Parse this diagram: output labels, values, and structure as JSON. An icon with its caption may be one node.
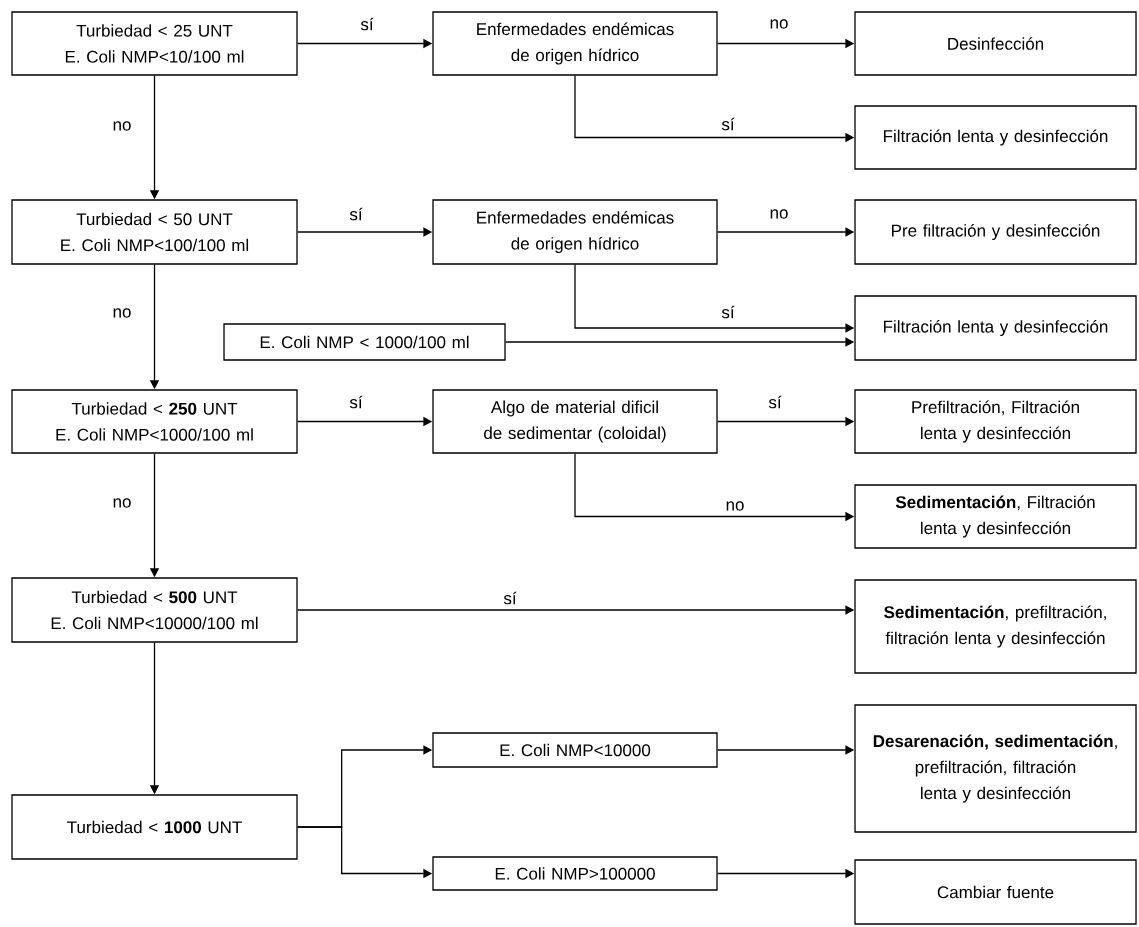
{
  "diagram": {
    "nodes": [
      {
        "text": [
          "Turbiedad < 25 UNT",
          "E. Coli NMP<10/100 ml"
        ]
      },
      {
        "text": [
          "Enfermedades endémicas de origen hídrico"
        ]
      },
      {
        "text": [
          "Desinfección"
        ]
      },
      {
        "text": [
          "Filtración lenta y desinfección"
        ]
      },
      {
        "text": [
          "Turbiedad < 50 UNT",
          "E. Coli NMP<100/100 ml"
        ]
      },
      {
        "text": [
          "Enfermedades endémicas de origen hídrico"
        ]
      },
      {
        "text": [
          "Pre filtración y desinfección"
        ]
      },
      {
        "text": [
          "E. Coli NMP < 1000/100 ml"
        ]
      },
      {
        "text": [
          "Filtración lenta y desinfección"
        ]
      },
      {
        "text": [
          "Turbiedad < **250** UNT",
          "E. Coli NMP<1000/100 ml"
        ]
      },
      {
        "text": [
          "Algo de material dificil de sedimentar (coloidal)"
        ]
      },
      {
        "text": [
          "Prefiltración, Filtración lenta y desinfección"
        ]
      },
      {
        "text": [
          "**Sedimentación**, Filtración lenta y desinfección"
        ]
      },
      {
        "text": [
          "Turbiedad < **500** UNT",
          "E. Coli NMP<10000/100 ml"
        ]
      },
      {
        "text": [
          "**Sedimentación**, prefiltración, filtración lenta y desinfección"
        ]
      },
      {
        "text": [
          "E. Coli NMP<10000"
        ]
      },
      {
        "text": [
          "**Desarenación, sedimentación**, prefiltración, filtración lenta y desinfección"
        ]
      },
      {
        "text": [
          "Turbiedad < **1000** UNT"
        ]
      },
      {
        "text": [
          "E. Coli NMP>100000"
        ]
      },
      {
        "text": [
          "Cambiar fuente"
        ]
      }
    ],
    "edges": [
      {
        "from": 0,
        "to": 1,
        "arrow": "to",
        "label": "sí"
      },
      {
        "from": 1,
        "to": 2,
        "arrow": "to",
        "label": "no"
      },
      {
        "from": 1,
        "to": 3,
        "arrow": "to",
        "label": "sí"
      },
      {
        "from": 0,
        "to": 4,
        "arrow": "to",
        "label": "no"
      },
      {
        "from": 4,
        "to": 5,
        "arrow": "to",
        "label": "sí"
      },
      {
        "from": 5,
        "to": 6,
        "arrow": "to",
        "label": "no"
      },
      {
        "from": 5,
        "to": 8,
        "arrow": "to",
        "label": "sí"
      },
      {
        "from": 7,
        "to": 8,
        "arrow": "to"
      },
      {
        "from": 4,
        "to": 9,
        "arrow": "to",
        "label": "no"
      },
      {
        "from": 9,
        "to": 10,
        "arrow": "to",
        "label": "sí"
      },
      {
        "from": 10,
        "to": 11,
        "arrow": "to",
        "label": "sí"
      },
      {
        "from": 10,
        "to": 12,
        "arrow": "to",
        "label": "no"
      },
      {
        "from": 9,
        "to": 13,
        "arrow": "to",
        "label": "no"
      },
      {
        "from": 13,
        "to": 14,
        "arrow": "to",
        "label": "sí"
      },
      {
        "from": 13,
        "to": 17,
        "arrow": "to"
      },
      {
        "from": 17,
        "to": 15,
        "arrow": "to"
      },
      {
        "from": 17,
        "to": 18,
        "arrow": "to"
      },
      {
        "from": 15,
        "to": 16,
        "arrow": "to"
      },
      {
        "from": 18,
        "to": 19,
        "arrow": "to"
      }
    ]
  }
}
